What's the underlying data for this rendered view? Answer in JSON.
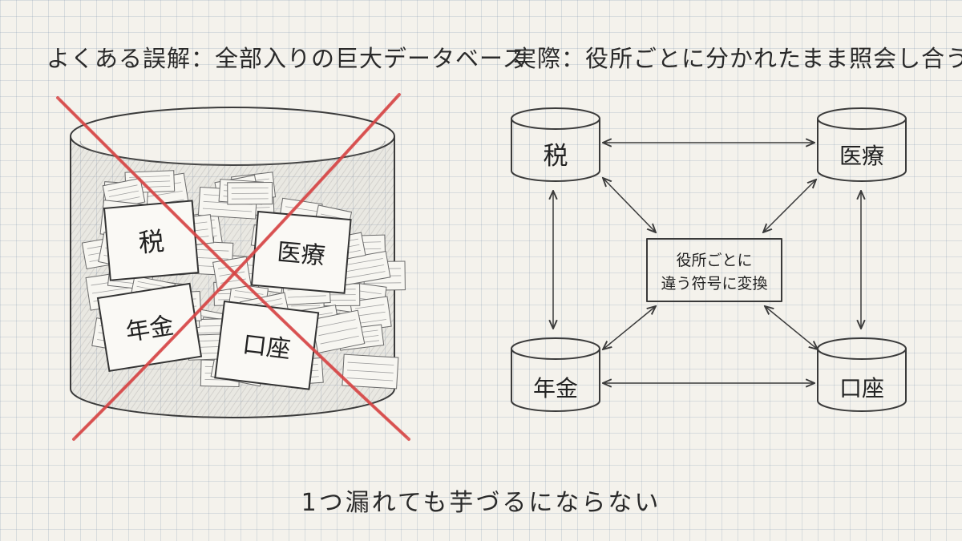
{
  "left_panel": {
    "heading": "よくある誤解：全部入りの巨大データベース",
    "cards": {
      "tax": "税",
      "medical": "医療",
      "pension": "年金",
      "account": "口座"
    }
  },
  "right_panel": {
    "heading": "実際：役所ごとに分かれたまま照会し合う",
    "databases": {
      "tax": "税",
      "medical": "医療",
      "pension": "年金",
      "account": "口座"
    },
    "converter": {
      "line1": "役所ごとに",
      "line2": "違う符号に変換"
    }
  },
  "footer": "1つ漏れても芋づるにならない",
  "colors": {
    "background": "#f4f2ec",
    "grid": "#8c9cb8",
    "pencil": "#3a3a3a",
    "cross": "#d64545"
  }
}
